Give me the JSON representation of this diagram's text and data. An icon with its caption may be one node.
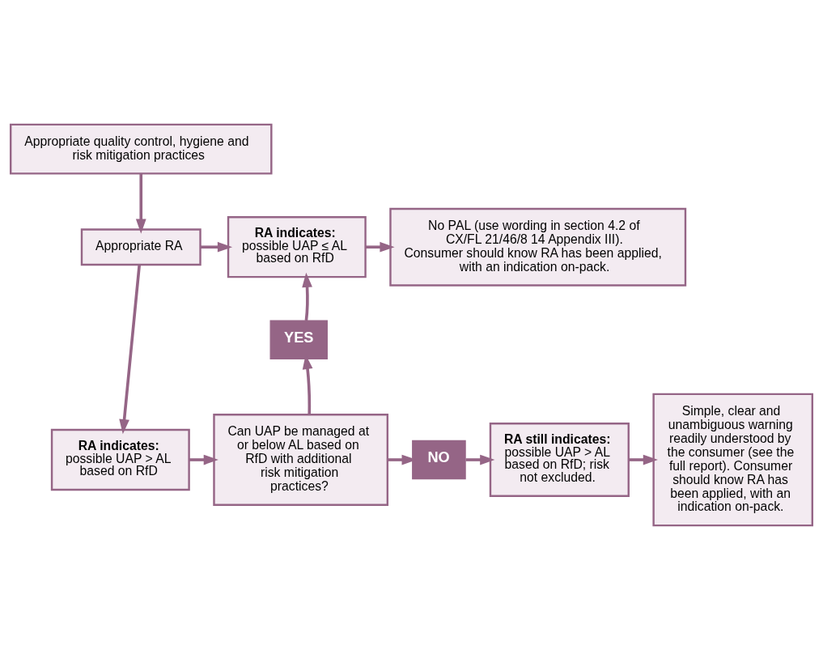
{
  "diagram": {
    "nodes": [
      {
        "text": [
          "Appropriate quality control, hygiene and risk mitigation practices"
        ]
      },
      {
        "text": [
          "Appropriate RA"
        ]
      },
      {
        "text": [
          "RA indicates:",
          "possible UAP ≤ AL based on RfD"
        ]
      },
      {
        "text": [
          "No PAL (use wording in section 4.2 of CX/FL 21/46/8 14 Appendix III).",
          "Consumer should know RA has been applied, with an indication on-pack."
        ]
      },
      {
        "text": [
          "YES"
        ]
      },
      {
        "text": [
          "RA indicates:",
          "possible UAP > AL based on RfD"
        ]
      },
      {
        "text": [
          "Can UAP be managed at or below AL based on RfD with additional risk mitigation practices?"
        ]
      },
      {
        "text": [
          "NO"
        ]
      },
      {
        "text": [
          "RA still indicates:",
          "possible UAP > AL based on RfD; risk not excluded."
        ]
      },
      {
        "text": [
          "Simple, clear and unambiguous warning readily understood by the consumer (see the full report). Consumer should know RA has been applied, with an indication on-pack."
        ]
      }
    ],
    "edges": [
      {
        "from": 0,
        "to": 1,
        "arrow": "to"
      },
      {
        "from": 1,
        "to": 2,
        "arrow": "to"
      },
      {
        "from": 2,
        "to": 3,
        "arrow": "to"
      },
      {
        "from": 1,
        "to": 5,
        "arrow": "to"
      },
      {
        "from": 5,
        "to": 6,
        "arrow": "to"
      },
      {
        "from": 6,
        "to": 4,
        "arrow": "to"
      },
      {
        "from": 4,
        "to": 2,
        "arrow": "to"
      },
      {
        "from": 6,
        "to": 7,
        "arrow": "to"
      },
      {
        "from": 7,
        "to": 8,
        "arrow": "to"
      },
      {
        "from": 8,
        "to": 9,
        "arrow": "to"
      }
    ]
  }
}
